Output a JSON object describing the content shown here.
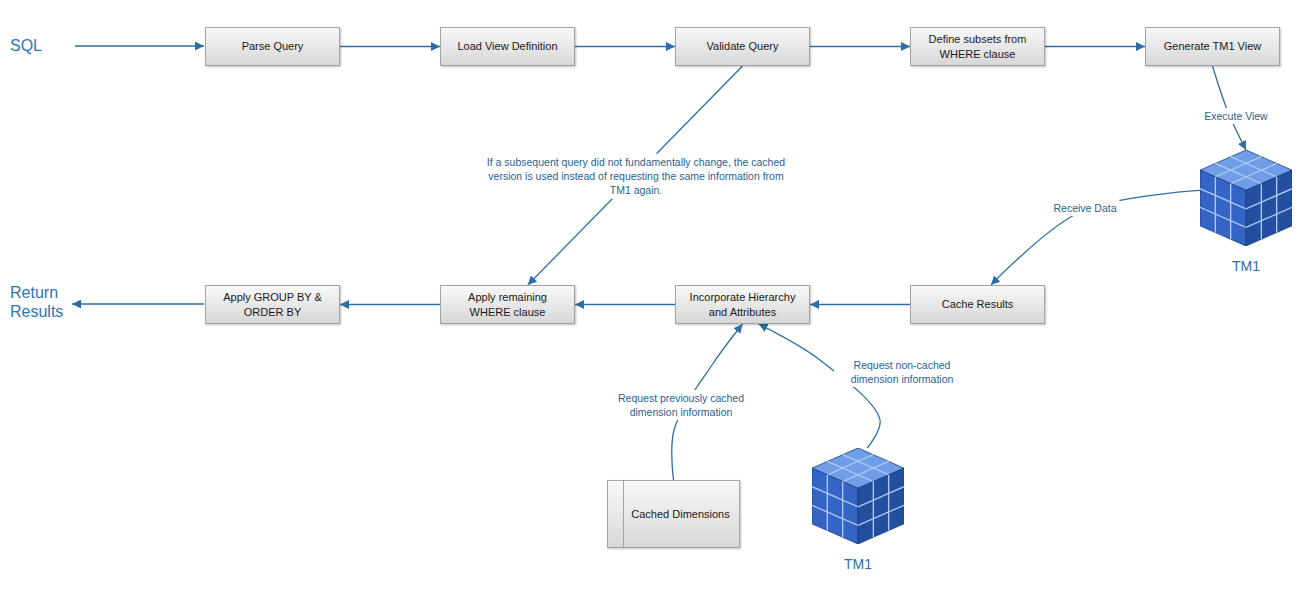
{
  "diagram": {
    "nodes": [
      {
        "text": [
          "Parse Query"
        ]
      },
      {
        "text": [
          "Load View Definition"
        ]
      },
      {
        "text": [
          "Validate Query"
        ]
      },
      {
        "text": [
          "Define subsets from WHERE clause"
        ]
      },
      {
        "text": [
          "Generate TM1 View"
        ]
      },
      {
        "text": [
          "TM1"
        ]
      },
      {
        "text": [
          "Apply GROUP BY & ORDER BY"
        ]
      },
      {
        "text": [
          "Apply remaining WHERE clause"
        ]
      },
      {
        "text": [
          "Incorporate Hierarchy and Attributes"
        ]
      },
      {
        "text": [
          "Cache Results"
        ]
      },
      {
        "text": [
          "Cached Dimensions"
        ]
      },
      {
        "text": [
          "TM1"
        ]
      }
    ],
    "edges": [
      {
        "from": 0,
        "to": 1,
        "arrow": "to"
      },
      {
        "from": 1,
        "to": 2,
        "arrow": "to"
      },
      {
        "from": 2,
        "to": 3,
        "arrow": "to"
      },
      {
        "from": 3,
        "to": 4,
        "arrow": "to"
      },
      {
        "from": 4,
        "to": 5,
        "label": "Execute View",
        "arrow": "to"
      },
      {
        "from": 5,
        "to": 9,
        "label": "Receive Data",
        "arrow": "to"
      },
      {
        "from": 9,
        "to": 8,
        "arrow": "to"
      },
      {
        "from": 8,
        "to": 7,
        "arrow": "to"
      },
      {
        "from": 7,
        "to": 6,
        "arrow": "to"
      },
      {
        "from": 2,
        "to": 7,
        "label": "If a subsequent query did not fundamentally change, the cached version is used instead of requesting the same information from TM1 again.",
        "arrow": "to"
      },
      {
        "from": 10,
        "to": 8,
        "label": "Request previously cached dimension information",
        "arrow": "to"
      },
      {
        "from": 11,
        "to": 8,
        "label": "Request non-cached dimension information",
        "arrow": "to"
      }
    ],
    "labels": [
      "SQL",
      "Return Results"
    ]
  }
}
